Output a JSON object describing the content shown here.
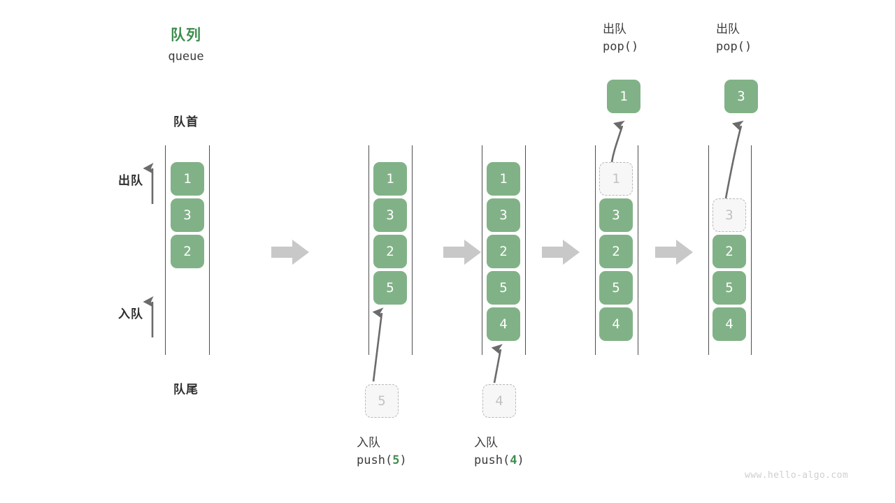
{
  "diagram": {
    "title_cn": "队列",
    "title_en": "queue",
    "head_label": "队首",
    "tail_label": "队尾",
    "side_labels": {
      "dequeue": "出队",
      "enqueue": "入队"
    },
    "watermark": "www.hello-algo.com",
    "colors": {
      "cell_fill": "#81b287",
      "cell_text": "#ffffff",
      "ghost_fill": "#f7f7f7",
      "ghost_border": "#b8b8b8",
      "ghost_text": "#c2c2c2",
      "title_green": "#3f8d4f",
      "rail": "#4d4d4d",
      "flow_arrow": "#c8c8c8",
      "motion_arrow": "#6b6b6b",
      "text": "#3c3c3c",
      "watermark": "#cfcfcf"
    }
  },
  "steps": [
    {
      "id": "initial",
      "cells": [
        "1",
        "3",
        "2"
      ],
      "ghost_index": null,
      "top_label_cn": "",
      "top_label_code": "",
      "top_cell": null,
      "bottom_label_cn": "",
      "bottom_label_code": "",
      "bottom_ghost": null
    },
    {
      "id": "push-5",
      "cells": [
        "1",
        "3",
        "2",
        "5"
      ],
      "ghost_index": null,
      "top_label_cn": "",
      "top_label_code": "",
      "top_cell": null,
      "bottom_label_cn": "入队",
      "bottom_label_code_prefix": "push(",
      "bottom_label_arg": "5",
      "bottom_label_code_suffix": ")",
      "bottom_ghost": "5"
    },
    {
      "id": "push-4",
      "cells": [
        "1",
        "3",
        "2",
        "5",
        "4"
      ],
      "ghost_index": null,
      "top_label_cn": "",
      "top_label_code": "",
      "top_cell": null,
      "bottom_label_cn": "入队",
      "bottom_label_code_prefix": "push(",
      "bottom_label_arg": "4",
      "bottom_label_code_suffix": ")",
      "bottom_ghost": "4"
    },
    {
      "id": "pop-1",
      "cells": [
        "1",
        "3",
        "2",
        "5",
        "4"
      ],
      "ghost_index": 0,
      "top_label_cn": "出队",
      "top_label_code": "pop()",
      "top_cell": "1",
      "bottom_label_cn": "",
      "bottom_label_code": "",
      "bottom_ghost": null
    },
    {
      "id": "pop-3",
      "cells": [
        "3",
        "2",
        "5",
        "4"
      ],
      "ghost_index": 0,
      "top_label_cn": "出队",
      "top_label_code": "pop()",
      "top_cell": "3",
      "bottom_label_cn": "",
      "bottom_label_code": "",
      "bottom_ghost": null
    }
  ],
  "flow_arrows": [
    {
      "id": "flow-1"
    },
    {
      "id": "flow-2"
    },
    {
      "id": "flow-3"
    },
    {
      "id": "flow-4"
    }
  ]
}
